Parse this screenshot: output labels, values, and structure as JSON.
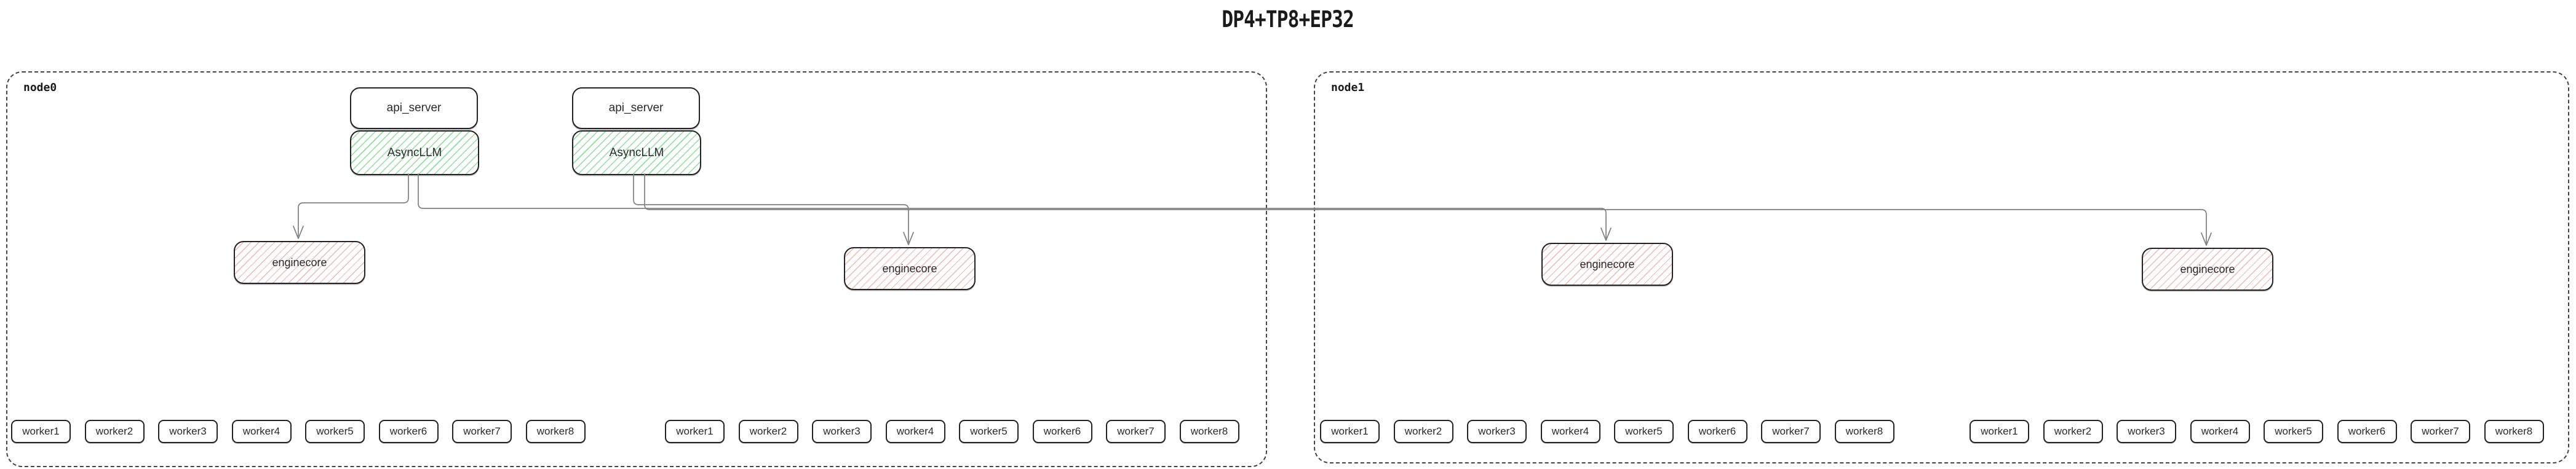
{
  "title": "DP4+TP8+EP32",
  "colors": {
    "box_border": "#222222",
    "connector": "#808080",
    "green_hatch": "#8fdf9d",
    "pink_hatch": "#f2b4b4",
    "node_border": "#444444"
  },
  "nodes": [
    {
      "label": "node0",
      "servers": [
        {
          "api_label": "api_server",
          "llm_label": "AsyncLLM"
        },
        {
          "api_label": "api_server",
          "llm_label": "AsyncLLM"
        }
      ],
      "enginecores": [
        "enginecore",
        "enginecore"
      ],
      "worker_groups": [
        [
          "worker1",
          "worker2",
          "worker3",
          "worker4",
          "worker5",
          "worker6",
          "worker7",
          "worker8"
        ],
        [
          "worker1",
          "worker2",
          "worker3",
          "worker4",
          "worker5",
          "worker6",
          "worker7",
          "worker8"
        ]
      ]
    },
    {
      "label": "node1",
      "servers": [],
      "enginecores": [
        "enginecore",
        "enginecore"
      ],
      "worker_groups": [
        [
          "worker1",
          "worker2",
          "worker3",
          "worker4",
          "worker5",
          "worker6",
          "worker7",
          "worker8"
        ],
        [
          "worker1",
          "worker2",
          "worker3",
          "worker4",
          "worker5",
          "worker6",
          "worker7",
          "worker8"
        ]
      ]
    }
  ],
  "connections": [
    {
      "from": "node0.AsyncLLM.0",
      "to": "node0.enginecore.0"
    },
    {
      "from": "node0.AsyncLLM.0",
      "to": "node1.enginecore.0"
    },
    {
      "from": "node0.AsyncLLM.1",
      "to": "node0.enginecore.1"
    },
    {
      "from": "node0.AsyncLLM.1",
      "to": "node1.enginecore.1"
    }
  ]
}
